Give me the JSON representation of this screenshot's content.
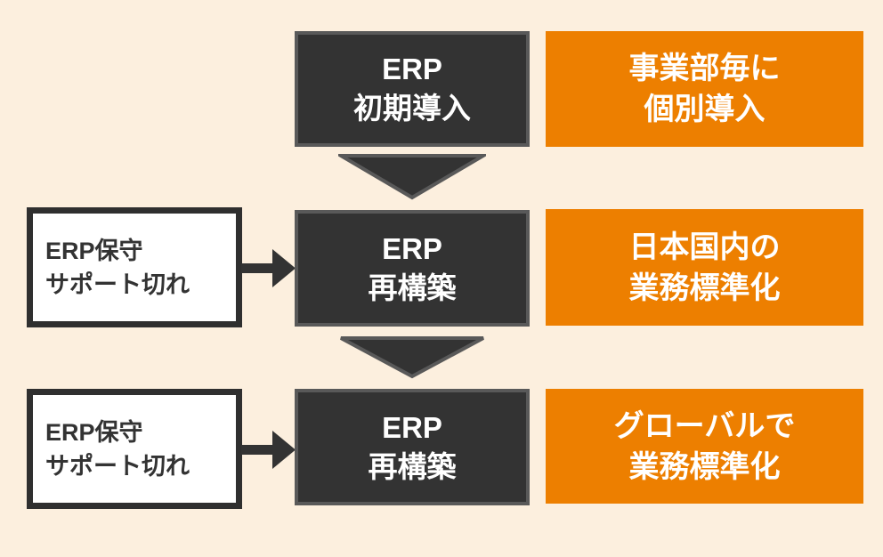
{
  "diagram": {
    "title_hint": "ERP adoption flow diagram",
    "colors": {
      "background": "#fcefde",
      "stage_fill": "#333333",
      "stage_border": "#595959",
      "result_fill": "#ed7f00",
      "trigger_fill": "#ffffff",
      "trigger_border": "#2f2f2f",
      "arrow": "#333333",
      "text_on_dark": "#ffffff",
      "text_on_light": "#333333"
    },
    "rows": [
      {
        "stage": {
          "line1": "ERP",
          "line2": "初期導入"
        },
        "result": {
          "line1": "事業部毎に",
          "line2": "個別導入"
        }
      },
      {
        "trigger": {
          "line1": "ERP保守",
          "line2": "サポート切れ"
        },
        "stage": {
          "line1": "ERP",
          "line2": "再構築"
        },
        "result": {
          "line1": "日本国内の",
          "line2": "業務標準化"
        }
      },
      {
        "trigger": {
          "line1": "ERP保守",
          "line2": "サポート切れ"
        },
        "stage": {
          "line1": "ERP",
          "line2": "再構築"
        },
        "result": {
          "line1": "グローバルで",
          "line2": "業務標準化"
        }
      }
    ]
  }
}
